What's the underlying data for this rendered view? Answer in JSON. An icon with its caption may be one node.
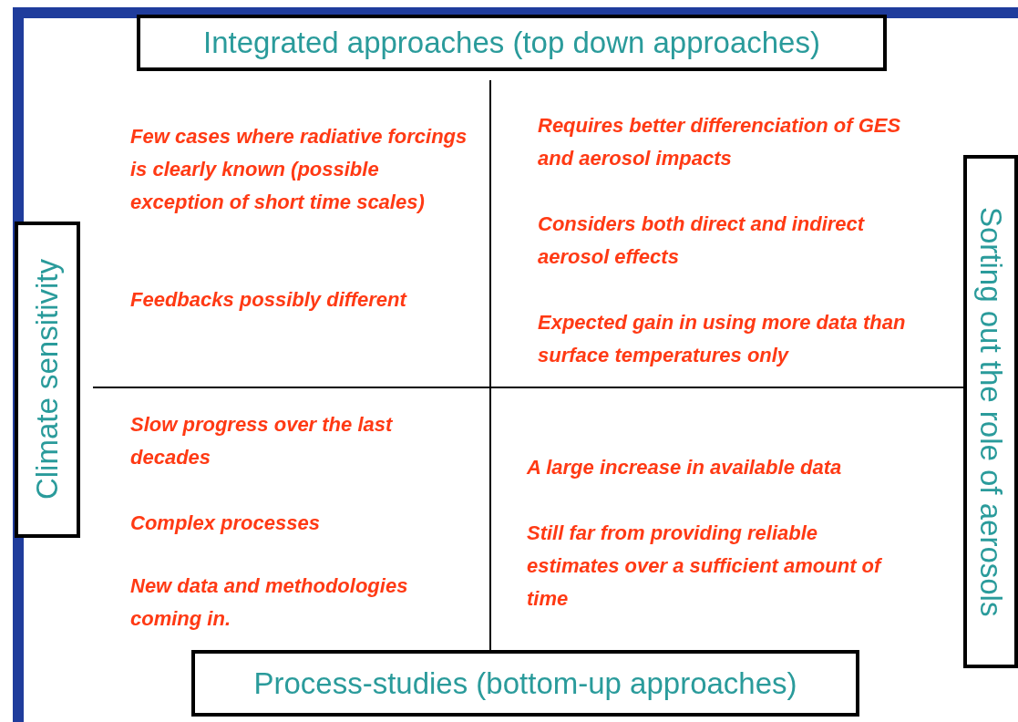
{
  "diagram": {
    "nodes": [
      {
        "text": [
          "Integrated approaches (top down approaches)"
        ]
      },
      {
        "text": [
          "Climate sensitivity"
        ]
      },
      {
        "text": [
          "Sorting out the role of aerosols"
        ]
      },
      {
        "text": [
          "Process-studies (bottom-up approaches)"
        ]
      }
    ],
    "labels": [
      "Few cases where radiative forcings is clearly known (possible exception of short time scales)",
      "Feedbacks possibly different",
      "Requires better differenciation of GES and aerosol impacts",
      "Considers both direct and indirect aerosol effects",
      "Expected gain in using more data than surface temperatures only",
      "Slow progress over the last decades",
      "Complex processes",
      "New data and methodologies coming in.",
      "A large increase in available data",
      "Still far from providing reliable estimates over a sufficient amount of time"
    ]
  }
}
